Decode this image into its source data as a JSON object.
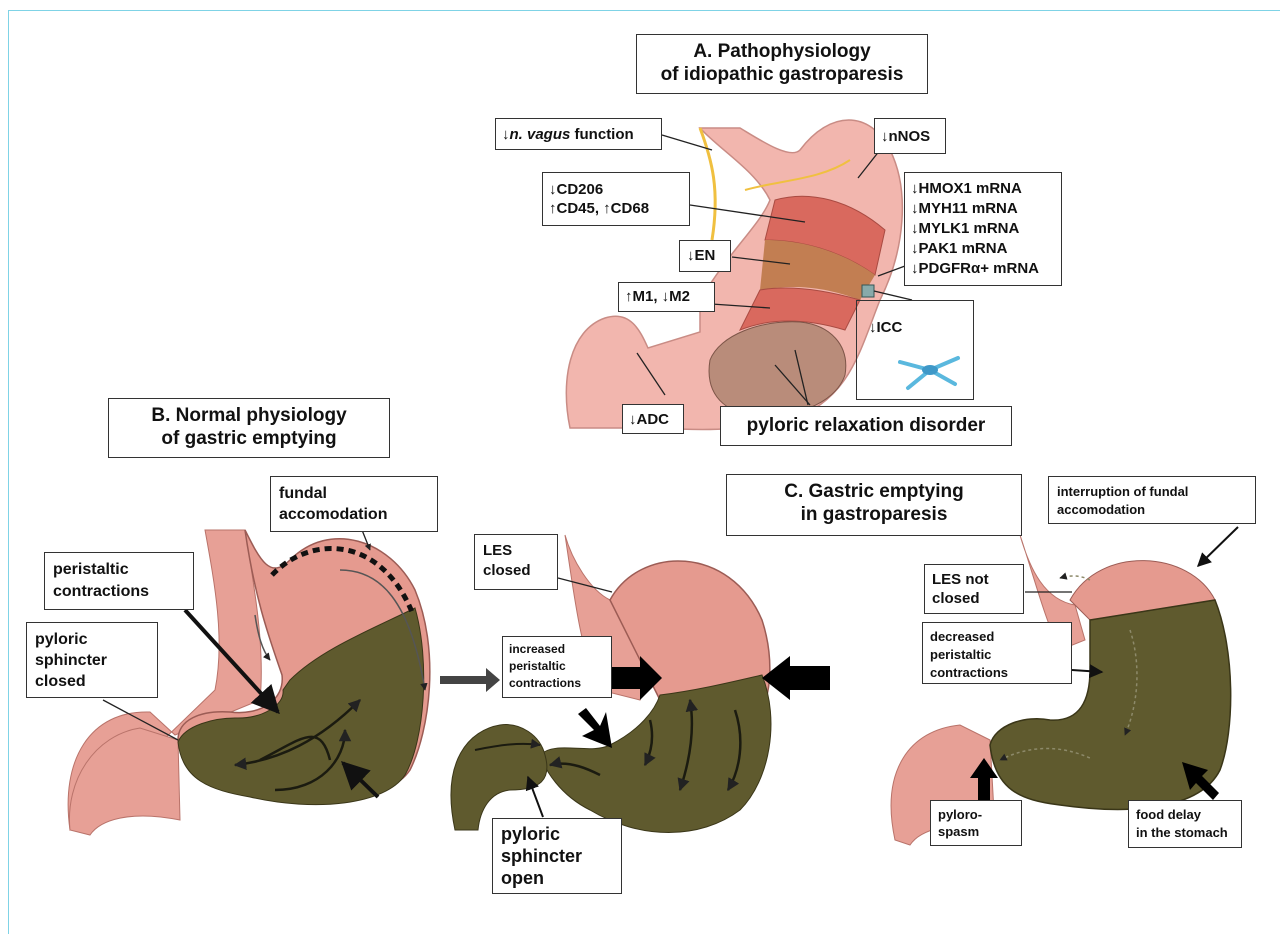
{
  "titles": {
    "a": [
      "A. Pathophysiology",
      "of idiopathic gastroparesis"
    ],
    "b": [
      "B. Normal physiology",
      "of gastric emptying"
    ],
    "c": [
      "C. Gastric emptying",
      "in gastroparesis"
    ]
  },
  "panel_a": {
    "vagus": {
      "arrow": "↓",
      "italic": "n. vagus",
      "rest": " function"
    },
    "nnos": "↓nNOS",
    "cd": [
      "↓CD206",
      "↑CD45, ↑CD68"
    ],
    "en": "↓EN",
    "macro": "↑M1, ↓M2",
    "adc": "↓ADC",
    "mrna": [
      "↓HMOX1 mRNA",
      "↓MYH11 mRNA",
      "↓MYLK1 mRNA",
      "↓PAK1 mRNA",
      "↓PDGFRα+ mRNA"
    ],
    "icc": "↓ICC",
    "pyloric": "pyloric relaxation disorder"
  },
  "panel_b": {
    "fundal": [
      "fundal",
      "accomodation"
    ],
    "peristaltic": [
      "peristaltic",
      "contractions"
    ],
    "pyl_closed": [
      "pyloric",
      "sphincter",
      "closed"
    ],
    "les_closed": [
      "LES",
      "closed"
    ],
    "increased": [
      "increased",
      "peristaltic",
      "contractions"
    ],
    "pyl_open": [
      "pyloric",
      "sphincter",
      "open"
    ]
  },
  "panel_c": {
    "interruption": [
      "interruption of fundal",
      "accomodation"
    ],
    "les_not": [
      "LES not",
      "closed"
    ],
    "decreased": [
      "decreased",
      "peristaltic",
      "contractions"
    ],
    "pylorospasm": [
      "pyloro-",
      "spasm"
    ],
    "food": [
      "food delay",
      "in the stomach"
    ]
  },
  "colors": {
    "stomach": "#e08f86",
    "stomach_dark": "#b95f57",
    "chyme": "#5f5a2e",
    "intestine": "#e7a096",
    "frame": "#7fd3e6"
  }
}
